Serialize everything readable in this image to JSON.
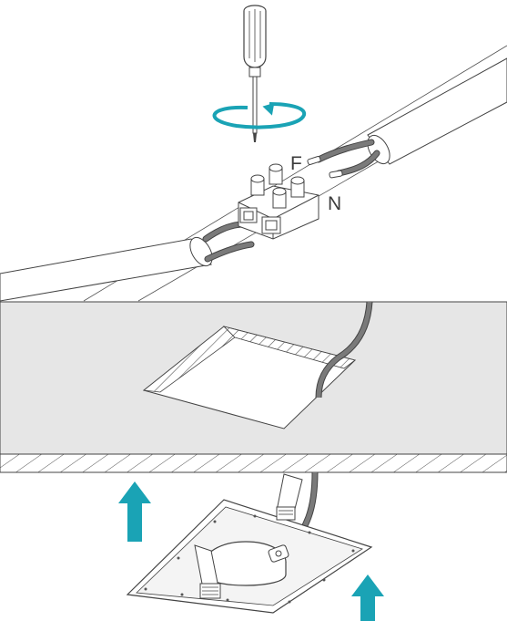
{
  "diagram": {
    "labels": {
      "phase": "F",
      "neutral": "N"
    },
    "colors": {
      "accent": "#1aa3b5",
      "ceiling": "#e6e6e6",
      "wire": "#7a7a7a",
      "line": "#444444"
    },
    "icons": [
      "screwdriver-icon",
      "rotation-arrow-icon",
      "terminal-block",
      "up-arrow-icon"
    ]
  }
}
